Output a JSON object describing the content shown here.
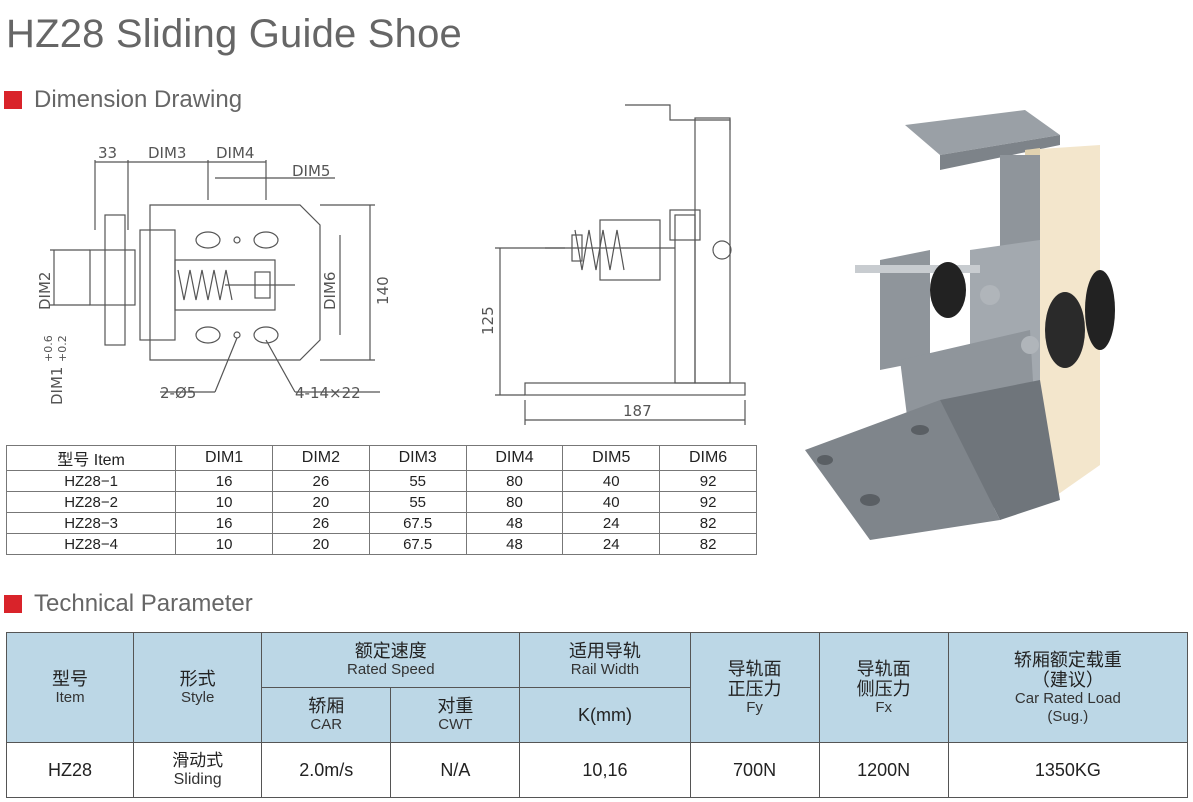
{
  "page": {
    "title": "HZ28 Sliding Guide Shoe",
    "section_dimension": "Dimension Drawing",
    "section_technical": "Technical Parameter"
  },
  "drawing": {
    "left_labels": {
      "d33": "33",
      "dim3": "DIM3",
      "dim4": "DIM4",
      "dim5": "DIM5",
      "dim6": "DIM6",
      "d140": "140",
      "dim2": "DIM2",
      "dim1": "DIM1",
      "tol_upper": "+0.6",
      "tol_lower": "+0.2",
      "hole1": "2-Ø5",
      "hole2": "4-14×22"
    },
    "side_labels": {
      "d125": "125",
      "d187": "187"
    }
  },
  "dim_table": {
    "headers": [
      "型号 Item",
      "DIM1",
      "DIM2",
      "DIM3",
      "DIM4",
      "DIM5",
      "DIM6"
    ],
    "rows": [
      [
        "HZ28−1",
        "16",
        "26",
        "55",
        "80",
        "40",
        "92"
      ],
      [
        "HZ28−2",
        "10",
        "20",
        "55",
        "80",
        "40",
        "92"
      ],
      [
        "HZ28−3",
        "16",
        "26",
        "67.5",
        "48",
        "24",
        "82"
      ],
      [
        "HZ28−4",
        "10",
        "20",
        "67.5",
        "48",
        "24",
        "82"
      ]
    ]
  },
  "tech_table": {
    "item": {
      "zh": "型号",
      "en": "Item"
    },
    "style": {
      "zh": "形式",
      "en": "Style"
    },
    "rated_speed": {
      "zh": "额定速度",
      "en": "Rated Speed"
    },
    "car": {
      "zh": "轿厢",
      "en": "CAR"
    },
    "cwt": {
      "zh": "对重",
      "en": "CWT"
    },
    "rail_width": {
      "zh": "适用导轨",
      "en": "Rail Width"
    },
    "k_mm": "K(mm)",
    "fy": {
      "zh1": "导轨面",
      "zh2": "正压力",
      "en": "Fy"
    },
    "fx": {
      "zh1": "导轨面",
      "zh2": "侧压力",
      "en": "Fx"
    },
    "load": {
      "zh1": "轿厢额定载重",
      "zh2": "（建议）",
      "en1": "Car Rated Load",
      "en2": "(Sug.)"
    },
    "row": {
      "item": "HZ28",
      "style_zh": "滑动式",
      "style_en": "Sliding",
      "car": "2.0m/s",
      "cwt": "N/A",
      "rail": "10,16",
      "fy": "700N",
      "fx": "1200N",
      "load": "1350KG"
    }
  },
  "colors": {
    "accent": "#d9232a",
    "header_bg": "#bcd7e6",
    "product_gray": "#8f959b",
    "liner": "#f3e6cc"
  },
  "icons": [
    "section-marker-icon",
    "dimension-drawing-front",
    "dimension-drawing-side",
    "guide-shoe-product-image"
  ]
}
